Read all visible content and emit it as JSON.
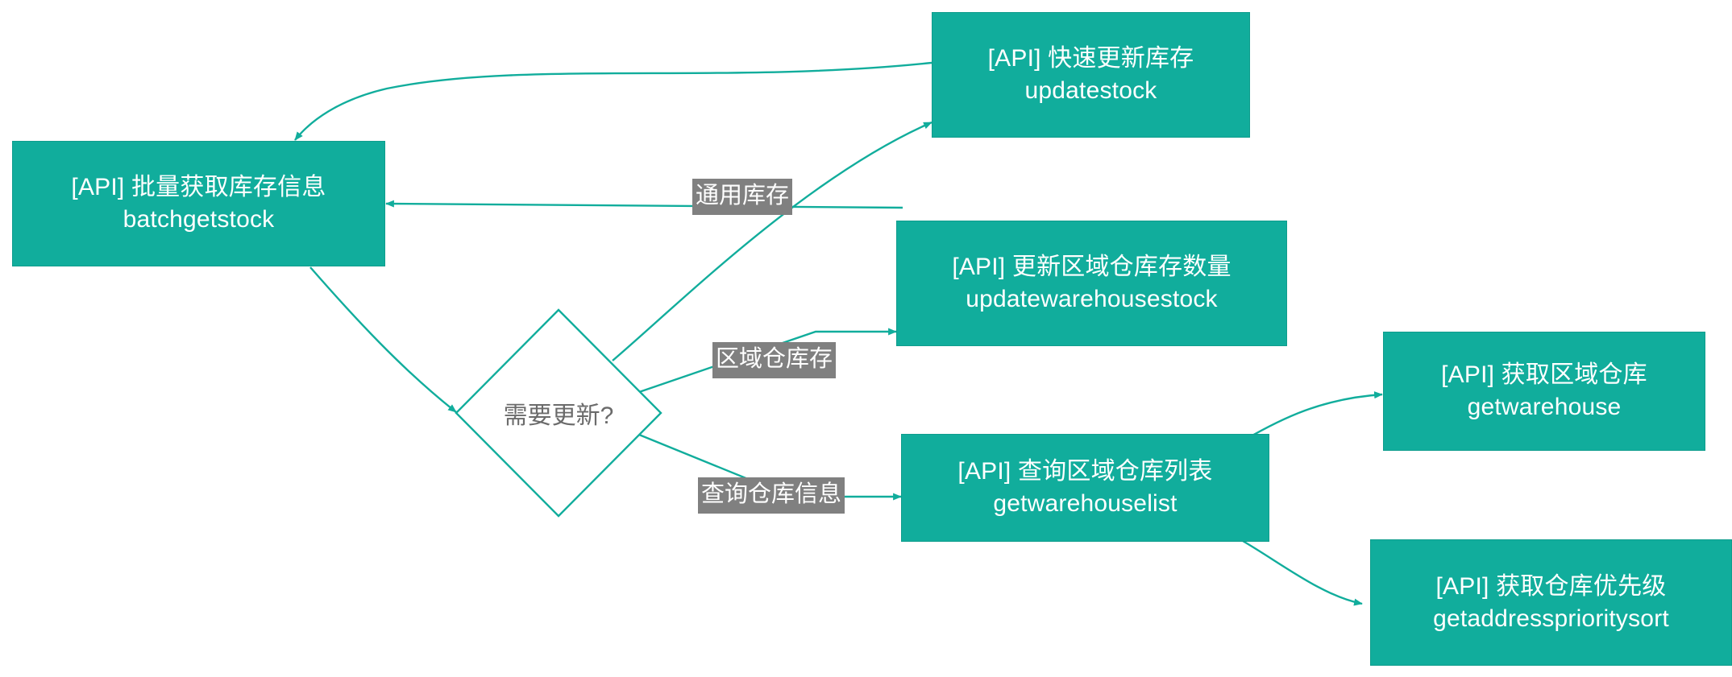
{
  "diagram": {
    "type": "flowchart",
    "title": "",
    "background_color": "#ffffff",
    "node_fill_color": "#11ad9c",
    "node_text_color": "#ffffff",
    "edge_color": "#11ad9c",
    "edge_label_bg_color": "#808080",
    "edge_label_text_color": "#ffffff",
    "decision_text_color": "#6b6b6b"
  },
  "nodes": [
    {
      "id": "batchgetstock",
      "shape": "rect",
      "title": "[API] 批量获取库存信息",
      "api": "batchgetstock"
    },
    {
      "id": "updatestock",
      "shape": "rect",
      "title": "[API] 快速更新库存",
      "api": "updatestock"
    },
    {
      "id": "updatewarehousestock",
      "shape": "rect",
      "title": "[API] 更新区域仓库存数量",
      "api": "updatewarehousestock"
    },
    {
      "id": "decision",
      "shape": "diamond",
      "title": "需要更新?",
      "api": ""
    },
    {
      "id": "getwarehouselist",
      "shape": "rect",
      "title": "[API] 查询区域仓库列表",
      "api": "getwarehouselist"
    },
    {
      "id": "getwarehouse",
      "shape": "rect",
      "title": "[API] 获取区域仓库",
      "api": "getwarehouse"
    },
    {
      "id": "getaddressprioritysort",
      "shape": "rect",
      "title": "[API] 获取仓库优先级",
      "api": "getaddressprioritysort"
    }
  ],
  "edges": [
    {
      "id": "e1",
      "from": "updatestock",
      "to": "batchgetstock",
      "label": ""
    },
    {
      "id": "e2",
      "from": "batchgetstock",
      "to": "decision",
      "label": ""
    },
    {
      "id": "e3",
      "from": "decision",
      "to": "updatestock",
      "label": "通用库存"
    },
    {
      "id": "e4",
      "from": "decision",
      "to": "batchgetstock",
      "label": ""
    },
    {
      "id": "e5",
      "from": "decision",
      "to": "updatewarehousestock",
      "label": "区域仓库存"
    },
    {
      "id": "e6",
      "from": "decision",
      "to": "getwarehouselist",
      "label": "查询仓库信息"
    },
    {
      "id": "e7",
      "from": "getwarehouselist",
      "to": "getwarehouse",
      "label": ""
    },
    {
      "id": "e8",
      "from": "getwarehouselist",
      "to": "getaddressprioritysort",
      "label": ""
    }
  ],
  "edge_labels": {
    "general_stock": "通用库存",
    "regional_warehouse_stock": "区域仓库存",
    "query_warehouse_info": "查询仓库信息"
  }
}
